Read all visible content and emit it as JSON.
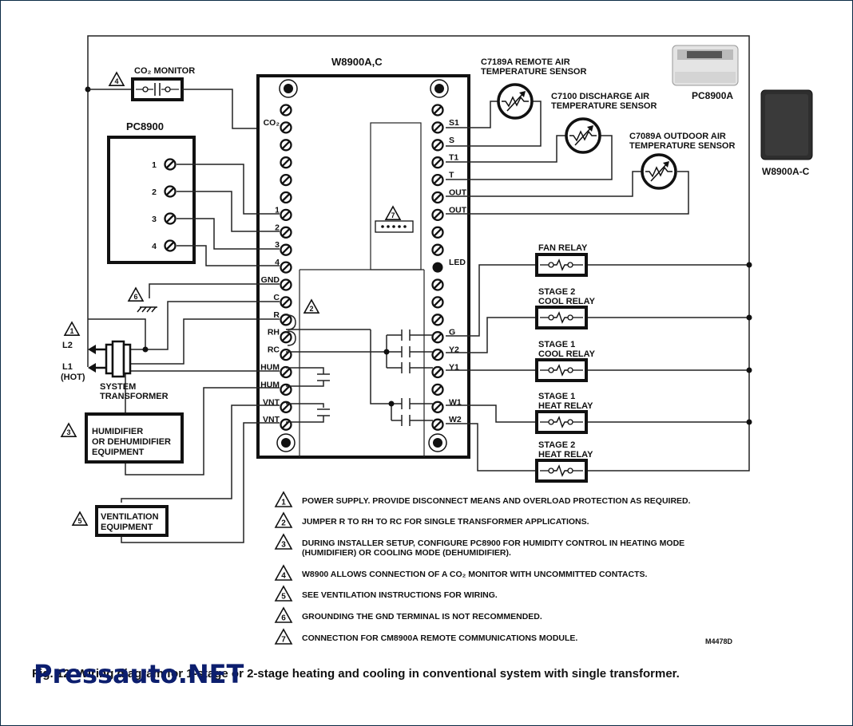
{
  "controller": {
    "title": "W8900A,C"
  },
  "co2_monitor": {
    "label": "CO₂ MONITOR",
    "note_ref": "4"
  },
  "pc8900": {
    "title": "PC8900",
    "terminals": [
      "1",
      "2",
      "3",
      "4"
    ]
  },
  "left_terminals": [
    "",
    "CO₂",
    "",
    "",
    "",
    "",
    "1",
    "2",
    "3",
    "4",
    "GND",
    "C",
    "R",
    "RH",
    "RC",
    "HUM",
    "HUM",
    "VNT",
    "VNT"
  ],
  "right_terminals": [
    "",
    "S1",
    "S",
    "T1",
    "T",
    "OUT",
    "OUT",
    "",
    "",
    "LED",
    "",
    "",
    "",
    "G",
    "Y2",
    "Y1",
    "",
    "W1",
    "W2"
  ],
  "module_ref": "7",
  "jumper_ref": "2",
  "ground_ref": "6",
  "sensors": [
    {
      "line1": "C7189A REMOTE AIR",
      "line2": "TEMPERATURE SENSOR"
    },
    {
      "line1": "C7100 DISCHARGE AIR",
      "line2": "TEMPERATURE SENSOR"
    },
    {
      "line1": "C7089A OUTDOOR AIR",
      "line2": "TEMPERATURE SENSOR"
    }
  ],
  "products": [
    {
      "label": "PC8900A",
      "icon": "thermostat-photo"
    },
    {
      "label": "W8900A-C",
      "icon": "controller-photo"
    }
  ],
  "relays": [
    {
      "line1": "FAN RELAY",
      "line2": ""
    },
    {
      "line1": "STAGE 2",
      "line2": "COOL RELAY"
    },
    {
      "line1": "STAGE 1",
      "line2": "COOL RELAY"
    },
    {
      "line1": "STAGE 1",
      "line2": "HEAT RELAY"
    },
    {
      "line1": "STAGE 2",
      "line2": "HEAT RELAY"
    }
  ],
  "transformer": {
    "line1": "SYSTEM",
    "line2": "TRANSFORMER",
    "l2": "L2",
    "l1": "L1",
    "hot": "(HOT)",
    "note_ref": "1"
  },
  "humidifier": {
    "line1": "HUMIDIFIER",
    "line2": "OR DEHUMIDIFIER",
    "line3": "EQUIPMENT",
    "note_ref": "3"
  },
  "ventilation": {
    "line1": "VENTILATION",
    "line2": "EQUIPMENT",
    "note_ref": "5"
  },
  "notes": [
    {
      "num": "1",
      "text": "POWER SUPPLY. PROVIDE DISCONNECT MEANS AND OVERLOAD PROTECTION AS REQUIRED.",
      "text2": ""
    },
    {
      "num": "2",
      "text": "JUMPER R TO RH TO RC FOR SINGLE TRANSFORMER APPLICATIONS.",
      "text2": ""
    },
    {
      "num": "3",
      "text": "DURING INSTALLER SETUP, CONFIGURE PC8900 FOR HUMIDITY CONTROL IN HEATING MODE",
      "text2": "(HUMIDIFIER) OR COOLING MODE (DEHUMIDIFIER)."
    },
    {
      "num": "4",
      "text": "W8900 ALLOWS CONNECTION OF A CO₂ MONITOR WITH UNCOMMITTED CONTACTS.",
      "text2": ""
    },
    {
      "num": "5",
      "text": "SEE VENTILATION INSTRUCTIONS FOR WIRING.",
      "text2": ""
    },
    {
      "num": "6",
      "text": "GROUNDING THE GND TERMINAL IS NOT RECOMMENDED.",
      "text2": ""
    },
    {
      "num": "7",
      "text": "CONNECTION FOR CM8900A REMOTE COMMUNICATIONS MODULE.",
      "text2": ""
    }
  ],
  "drawing_number": "M4478D",
  "caption": "Fig. 12. Wiring diagram for 1-stage or 2-stage heating and cooling in conventional system with single transformer.",
  "watermark": "Pressauto.NET"
}
